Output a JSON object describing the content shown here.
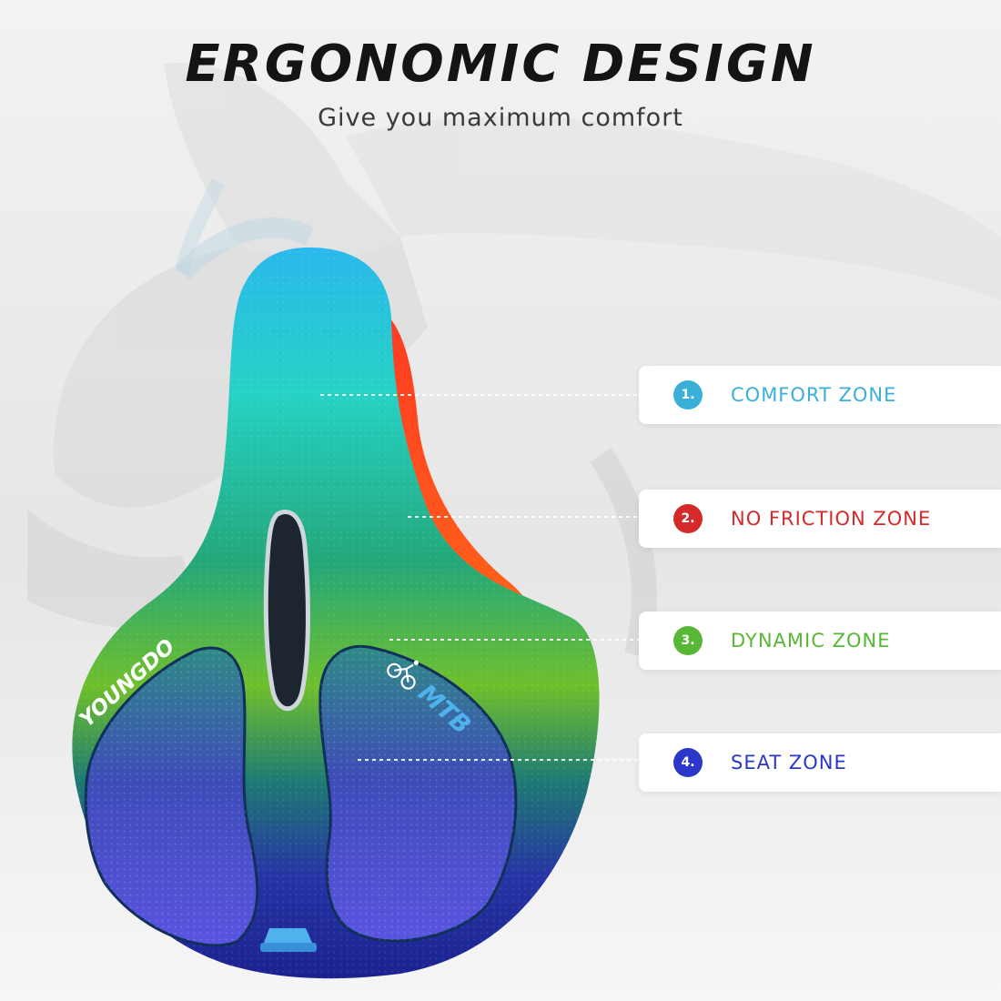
{
  "title": "ERGONOMIC DESIGN",
  "subtitle": "Give you maximum comfort",
  "brand": {
    "logo_text": "YOUNGDO",
    "model_text": "MTB"
  },
  "icons": {
    "cyclist": "cyclist-icon"
  },
  "zones": [
    {
      "number": "1.",
      "label": "COMFORT ZONE",
      "color": "#3ab0d8"
    },
    {
      "number": "2.",
      "label": "NO FRICTION ZONE",
      "color": "#d42a2a"
    },
    {
      "number": "3.",
      "label": "DYNAMIC ZONE",
      "color": "#58b836"
    },
    {
      "number": "4.",
      "label": "SEAT ZONE",
      "color": "#2a37c8"
    }
  ]
}
